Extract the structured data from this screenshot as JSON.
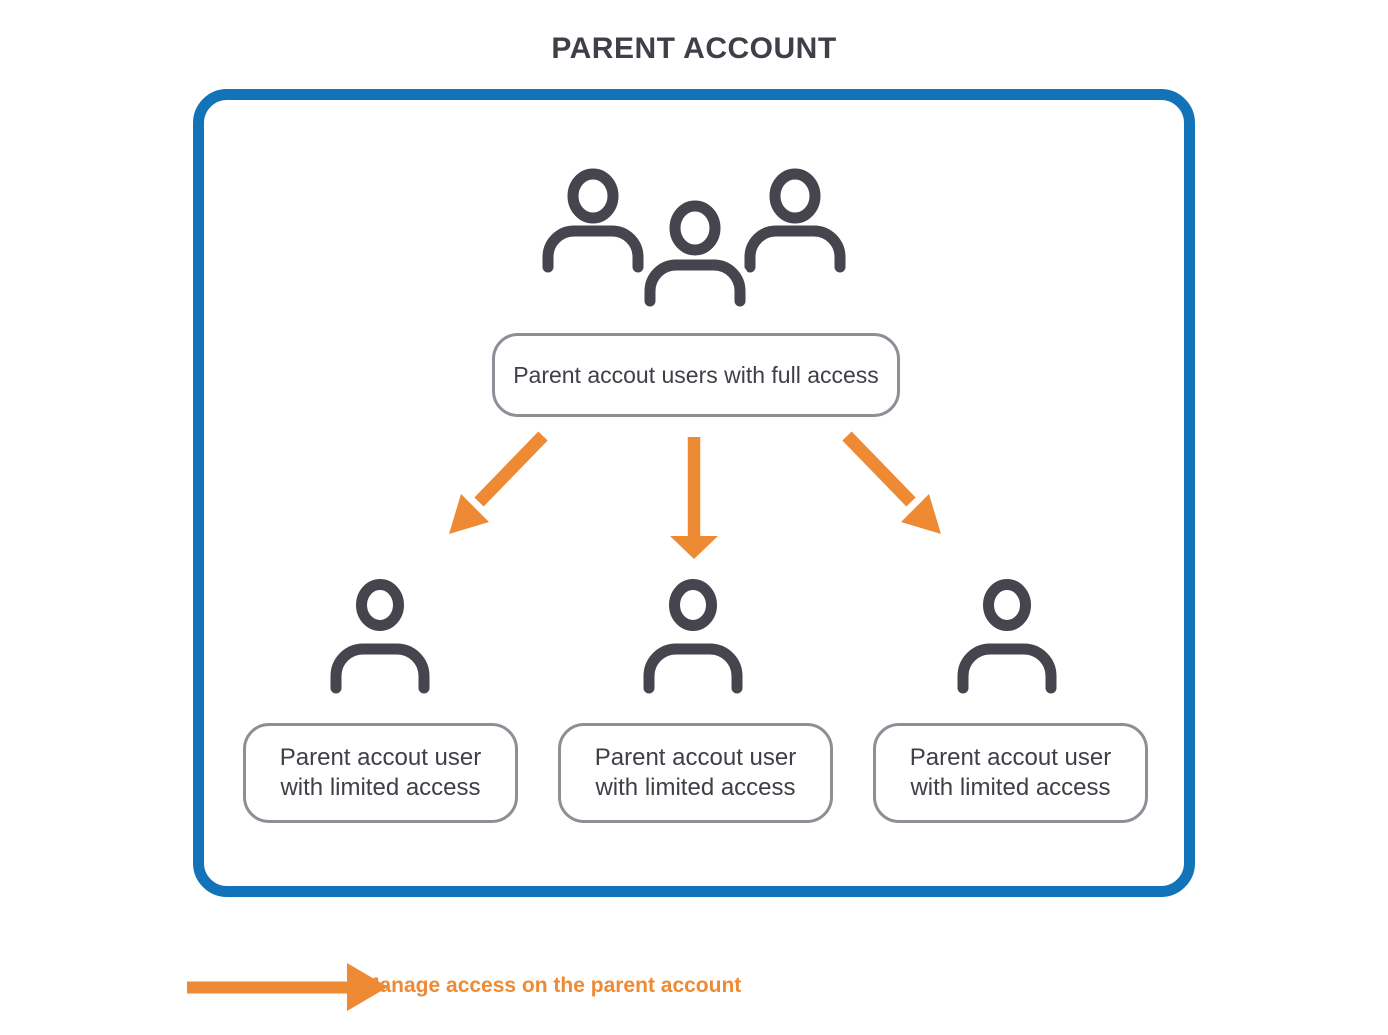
{
  "title": "PARENT ACCOUNT",
  "diagram": {
    "full_access": {
      "label": "Parent accout users with full access"
    },
    "limited_access": [
      {
        "line1": "Parent accout user",
        "line2": "with limited access"
      },
      {
        "line1": "Parent accout user",
        "line2": "with limited access"
      },
      {
        "line1": "Parent accout user",
        "line2": "with limited access"
      }
    ]
  },
  "legend": {
    "label": "Manage access on the parent account"
  },
  "icons": {
    "top_group": "users-group-icon",
    "bottom_users": [
      "person-icon",
      "person-icon",
      "person-icon"
    ],
    "flow_arrows": [
      "arrow-down-left-icon",
      "arrow-down-icon",
      "arrow-down-right-icon"
    ],
    "legend_arrow": "right-arrow-icon"
  },
  "colors": {
    "border_blue": "#1273B8",
    "accent_orange": "#EE8A33",
    "icon_dark": "#45454D",
    "box_border_gray": "#8E8E96",
    "text_dark": "#3F4047"
  }
}
